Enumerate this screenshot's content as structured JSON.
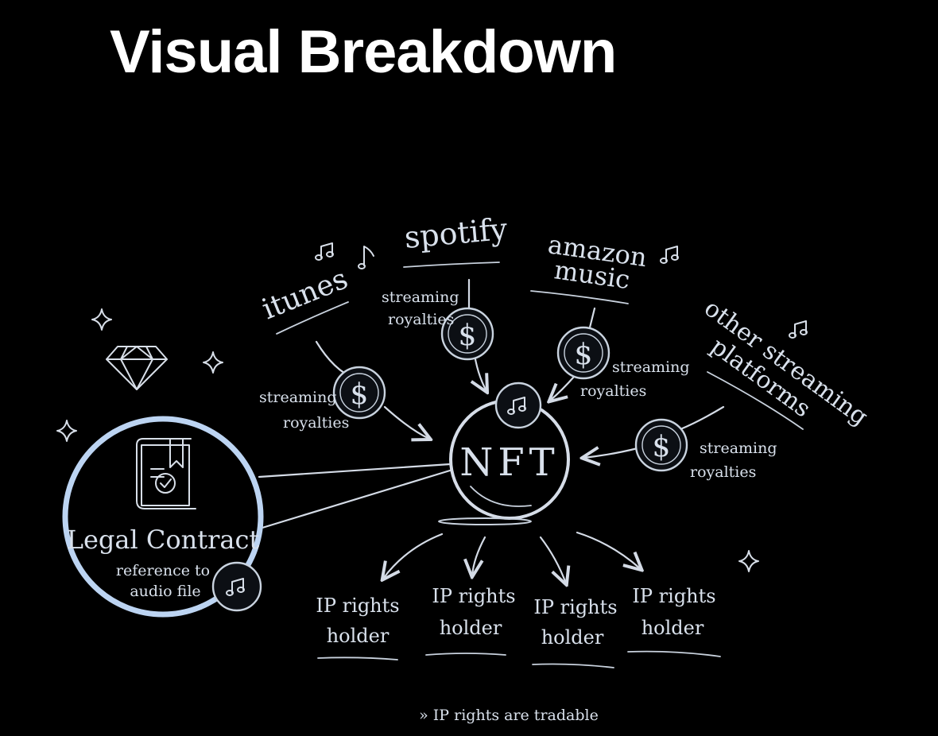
{
  "title": "Visual Breakdown",
  "platforms": {
    "itunes": "itunes",
    "spotify": "spotify",
    "amazon": [
      "amazon",
      "music"
    ],
    "other": [
      "other streaming",
      "platforms"
    ]
  },
  "royalties": [
    "streaming",
    "royalties"
  ],
  "nft_label": "NFT",
  "contract": {
    "title": "Legal Contract",
    "subtitle": [
      "reference to",
      "audio file"
    ]
  },
  "holders": [
    [
      "IP rights",
      "holder"
    ],
    [
      "IP rights",
      "holder"
    ],
    [
      "IP rights",
      "holder"
    ],
    [
      "IP rights",
      "holder"
    ]
  ],
  "footer": "» IP rights are tradable",
  "icons": [
    "music-note-icon",
    "dollar-coin-icon",
    "diamond-icon",
    "sparkle-icon",
    "document-check-icon"
  ],
  "colors": {
    "background": "#000000",
    "accent_ring": "#bcd4f2",
    "ink": "#d9e1ec"
  }
}
